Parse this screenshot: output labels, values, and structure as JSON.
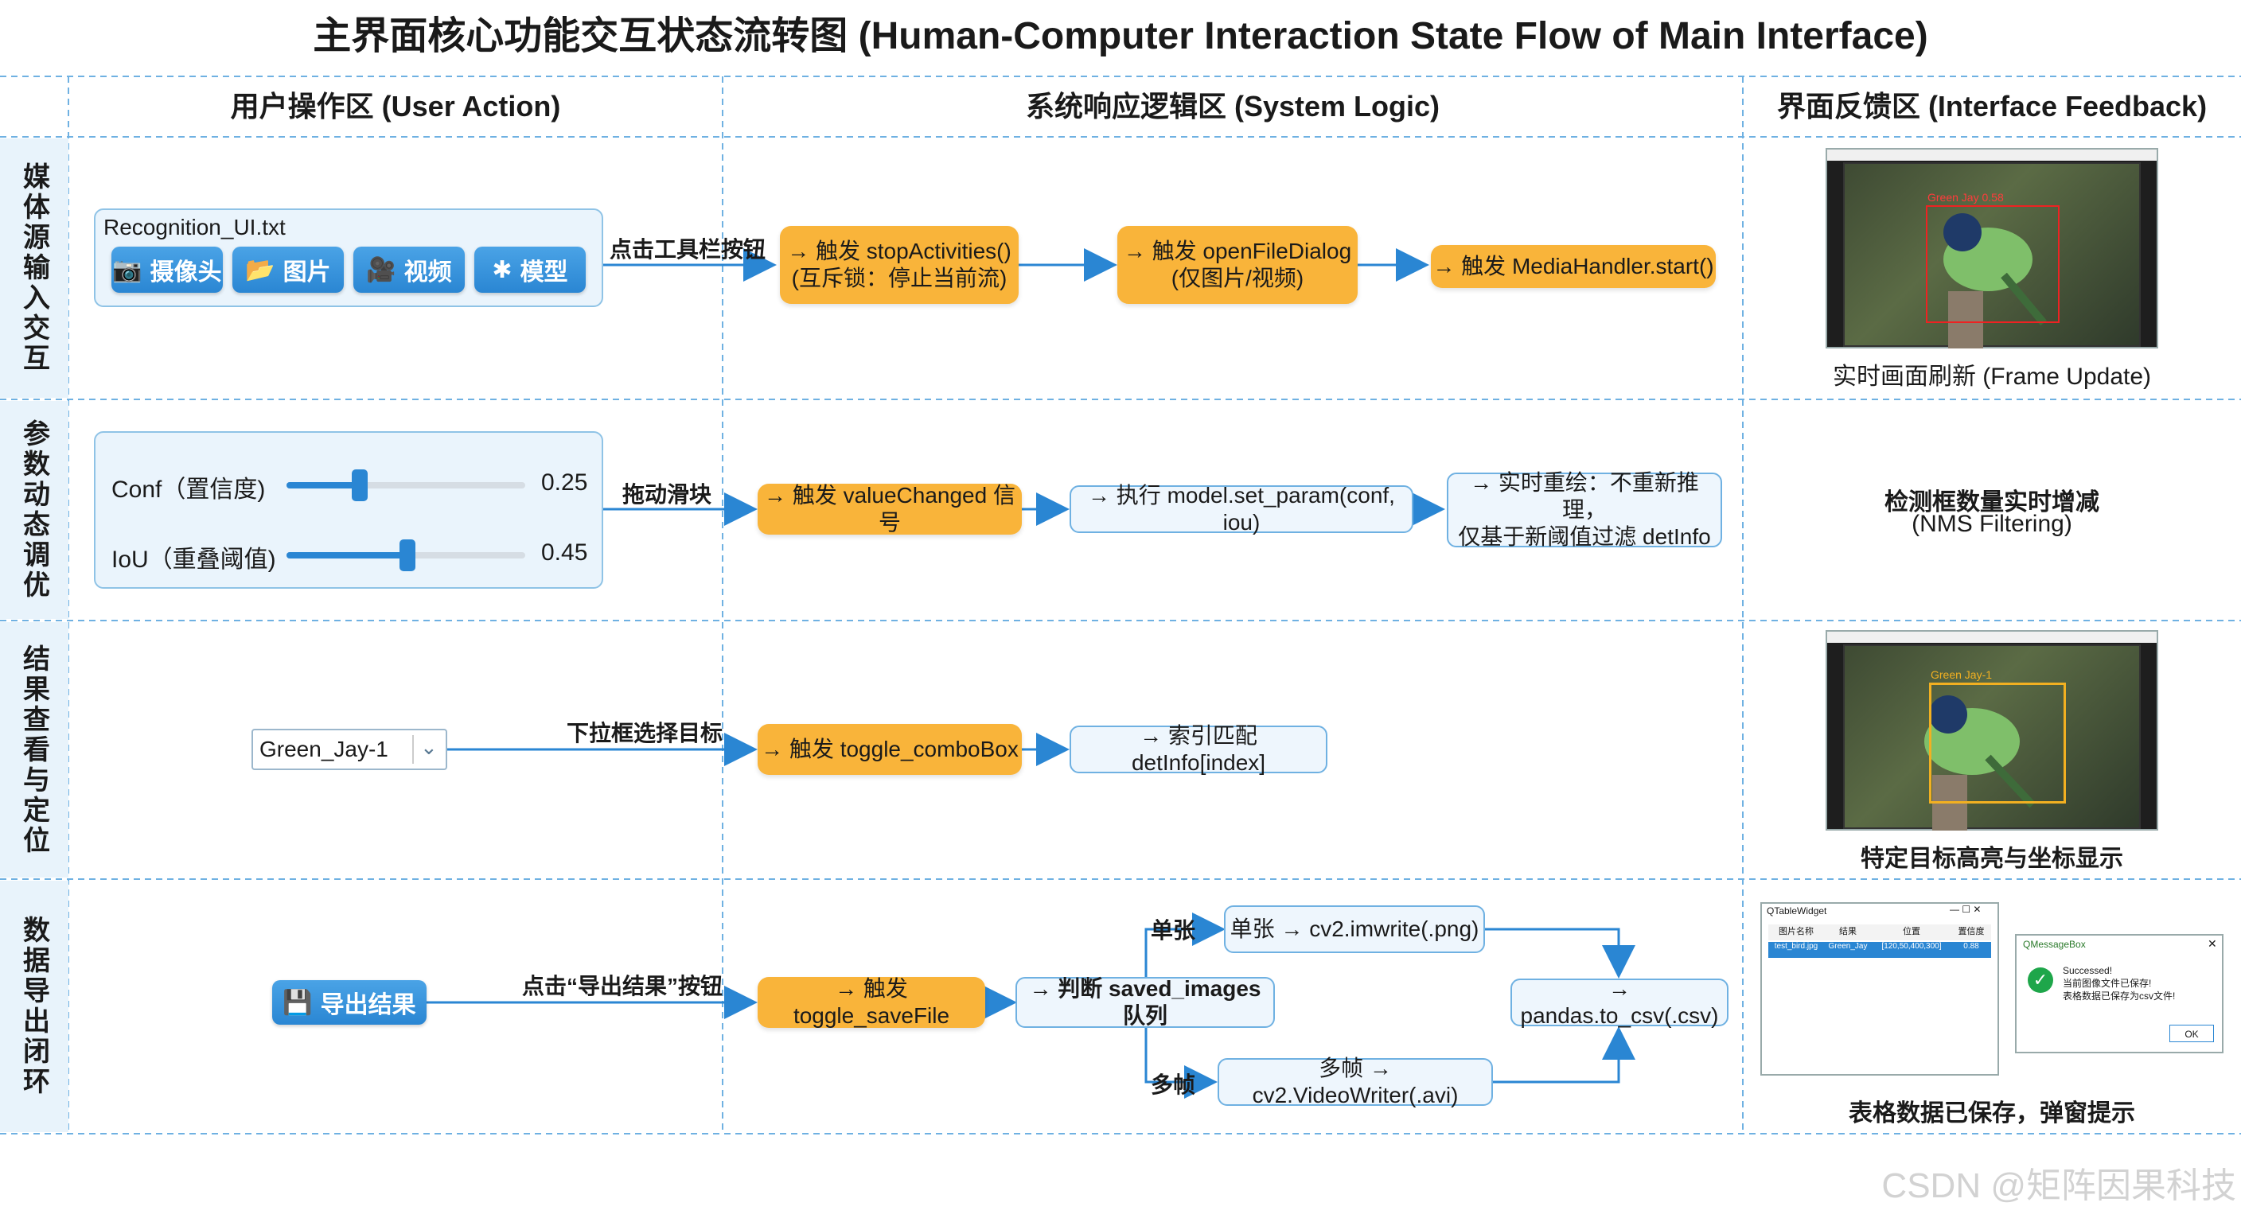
{
  "title": "主界面核心功能交互状态流转图 (Human-Computer Interaction State Flow of Main Interface)",
  "columns": {
    "user": "用户操作区 (User Action)",
    "system": "系统响应逻辑区 (System Logic)",
    "feedback": "界面反馈区 (Interface Feedback)"
  },
  "rows": {
    "media": "媒体源输入交互",
    "param": "参数动态调优",
    "result": "结果查看与定位",
    "export": "数据导出闭环"
  },
  "media": {
    "panel_title": "Recognition_UI.txt",
    "buttons": [
      "摄像头",
      "图片",
      "视频",
      "模型"
    ],
    "edge_label": "点击工具栏按钮",
    "step1": "→ 触发 stopActivities()\n(互斥锁：停止当前流)",
    "step2": "→ 触发 openFileDialog\n(仅图片/视频)",
    "step3": "→ 触发 MediaHandler.start()",
    "feedback_label": "Green Jay 0.58",
    "feedback_caption": "实时画面刷新 (Frame Update)"
  },
  "param": {
    "conf_label": "Conf（置信度)",
    "conf_value": "0.25",
    "iou_label": "IoU（重叠阈值)",
    "iou_value": "0.45",
    "edge_label": "拖动滑块",
    "step1": "→ 触发 valueChanged 信号",
    "step2": "→ 执行 model.set_param(conf, iou)",
    "step3": "→ 实时重绘：不重新推理，\n仅基于新阈值过滤 detInfo",
    "feedback_line1": "检测框数量实时增减",
    "feedback_line2": "(NMS Filtering)"
  },
  "result": {
    "combo_value": "Green_Jay-1",
    "edge_label": "下拉框选择目标",
    "step1": "→ 触发 toggle_comboBox",
    "step2": "→ 索引匹配 detInfo[index]",
    "feedback_label": "Green Jay-1",
    "feedback_caption": "特定目标高亮与坐标显示"
  },
  "export": {
    "button": "导出结果",
    "edge_label": "点击“导出结果”按钮",
    "step1": "→ 触发 toggle_saveFile",
    "step2": "→ 判断 saved_images 队列",
    "single_label": "单张",
    "single_step": "单张 → cv2.imwrite(.png)",
    "multi_label": "多帧",
    "multi_step": "多帧 → cv2.VideoWriter(.avi)",
    "merge_step": "→ pandas.to_csv(.csv)",
    "table_title": "QTableWidget",
    "table_headers": [
      "图片名称",
      "结果",
      "位置",
      "置信度"
    ],
    "table_row": [
      "test_bird.jpg",
      "Green_Jay",
      "[120,50,400,300]",
      "0.88"
    ],
    "msg_title": "QMessageBox",
    "msg_lines": [
      "Successed!",
      "当前图像文件已保存!",
      "表格数据已保存为csv文件!"
    ],
    "msg_ok": "OK",
    "feedback_caption": "表格数据已保存，弹窗提示"
  },
  "watermark": "CSDN @矩阵因果科技",
  "colors": {
    "accent": "#2a86d3",
    "orange": "#f9b43a",
    "grid": "#6fb1e2",
    "panel": "#eaf4fc"
  }
}
